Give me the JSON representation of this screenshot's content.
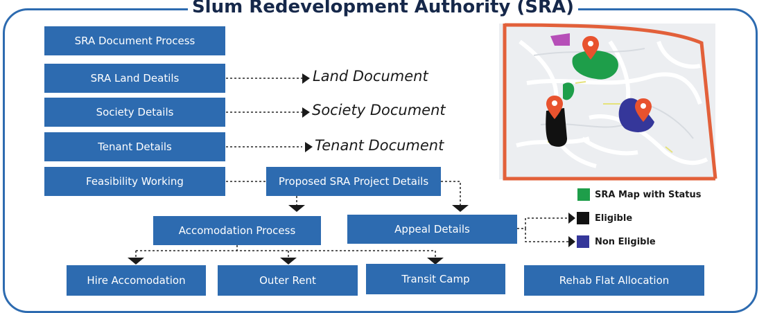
{
  "title": "Slum Redevelopment Authority (SRA)",
  "boxes": {
    "doc_process": "SRA Document Process",
    "land_details": "SRA Land Deatils",
    "society_details": "Society Details",
    "tenant_details": "Tenant Details",
    "feasibility": "Feasibility Working",
    "proposed_project": "Proposed SRA Project Details",
    "accomodation_process": "Accomodation Process",
    "appeal_details": "Appeal Details",
    "hire_accomodation": "Hire Accomodation",
    "outer_rent": "Outer Rent",
    "transit_camp": "Transit Camp",
    "rehab_flat": "Rehab Flat Allocation"
  },
  "documents": {
    "land": "Land Document",
    "society": "Society Document",
    "tenant": "Tenant Document"
  },
  "legend": {
    "map_status": "SRA Map with Status",
    "eligible": "Eligible",
    "non_eligible": "Non Eligible"
  },
  "colors": {
    "box": "#2d6bb0",
    "green": "#1e9e4a",
    "black": "#111111",
    "blue": "#35379a",
    "map_border": "#e2603a"
  }
}
